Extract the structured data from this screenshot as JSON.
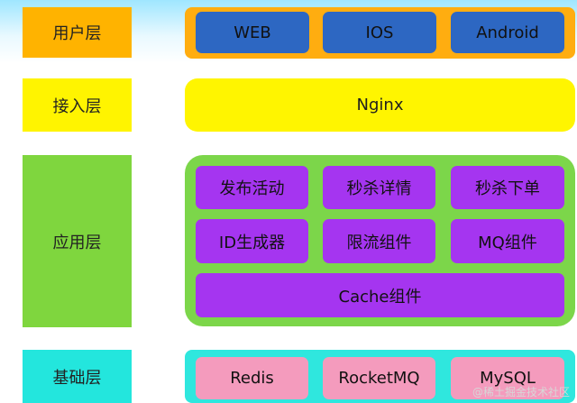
{
  "layers": {
    "user": {
      "label": "用户层",
      "items": [
        "WEB",
        "IOS",
        "Android"
      ]
    },
    "access": {
      "label": "接入层",
      "item": "Nginx"
    },
    "app": {
      "label": "应用层",
      "row1": [
        "发布活动",
        "秒杀详情",
        "秒杀下单"
      ],
      "row2": [
        "ID生成器",
        "限流组件",
        "MQ组件"
      ],
      "row3": "Cache组件"
    },
    "base": {
      "label": "基础层",
      "items": [
        "Redis",
        "RocketMQ",
        "MySQL"
      ]
    }
  },
  "watermark": "@稀土掘金技术社区",
  "colors": {
    "user_label": "#ffb300",
    "access_label": "#fff400",
    "app_label": "#7fd63e",
    "base_label": "#23e6dd",
    "blue_box": "#2d67c2",
    "purple_box": "#a535f0",
    "pink_box": "#f49bbd"
  }
}
